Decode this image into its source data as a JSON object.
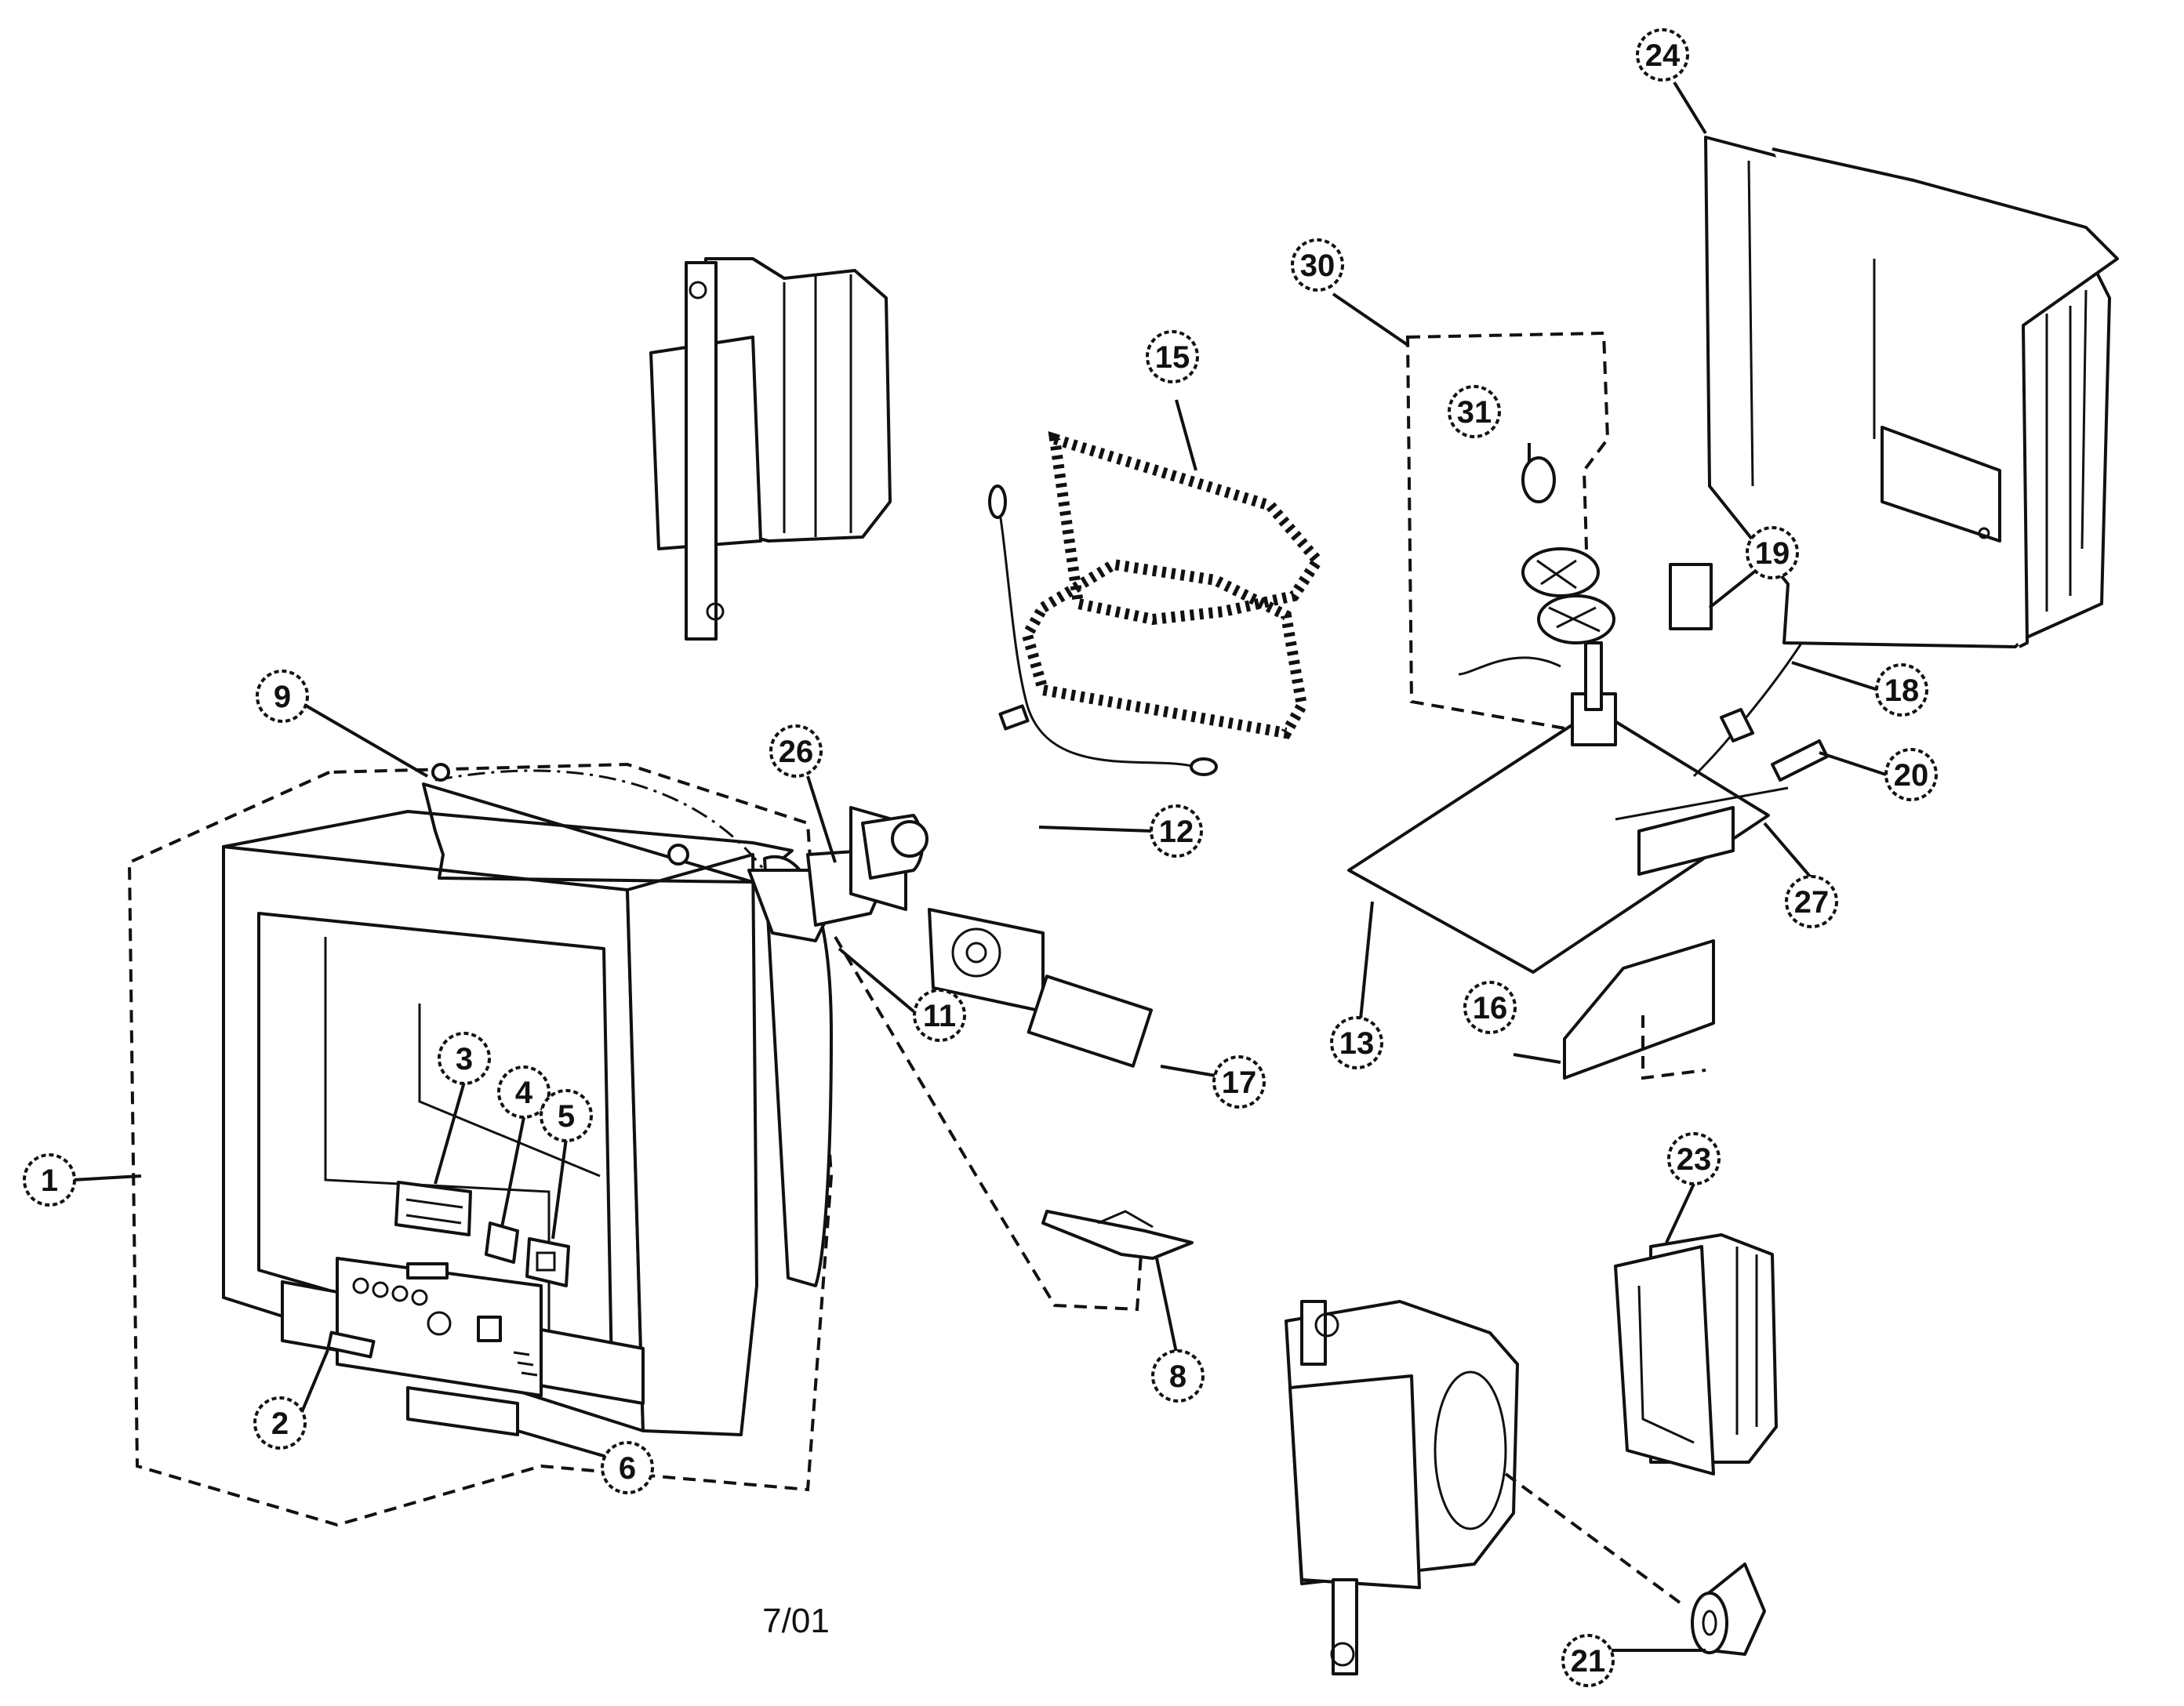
{
  "callouts": [
    {
      "label": "1"
    },
    {
      "label": "2"
    },
    {
      "label": "3"
    },
    {
      "label": "4"
    },
    {
      "label": "5"
    },
    {
      "label": "6"
    },
    {
      "label": "8"
    },
    {
      "label": "9"
    },
    {
      "label": "11"
    },
    {
      "label": "12"
    },
    {
      "label": "13"
    },
    {
      "label": "15"
    },
    {
      "label": "16"
    },
    {
      "label": "17"
    },
    {
      "label": "18"
    },
    {
      "label": "19"
    },
    {
      "label": "20"
    },
    {
      "label": "21"
    },
    {
      "label": "23"
    },
    {
      "label": "24"
    },
    {
      "label": "26"
    },
    {
      "label": "27"
    },
    {
      "label": "30"
    },
    {
      "label": "31"
    }
  ],
  "date_label": "7/01",
  "colors": {
    "ink": "#111111",
    "paper": "#ffffff"
  }
}
